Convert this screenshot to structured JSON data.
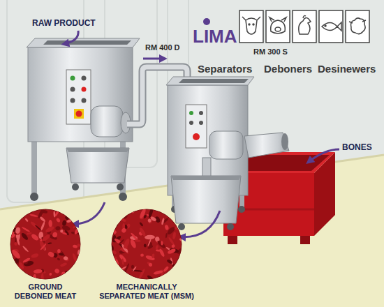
{
  "diagram": {
    "nodes": [
      {
        "text": [
          "RM 400 D"
        ]
      },
      {
        "text": [
          "RM 300 S"
        ]
      },
      {
        "text": [
          "GROUND DEBONED MEAT"
        ]
      },
      {
        "text": [
          "MECHANICALLY SEPARATED MEAT (MSM)"
        ]
      }
    ],
    "edges": [
      {
        "from": 0,
        "to": 1,
        "arrow": "to"
      },
      {
        "from": 0,
        "to": 2,
        "arrow": "to"
      },
      {
        "from": 1,
        "to": 3,
        "arrow": "to"
      }
    ],
    "labels": [
      "RAW PRODUCT",
      "LIMA",
      "Separators",
      "Deboners",
      "Desinewers",
      "BONES"
    ]
  }
}
